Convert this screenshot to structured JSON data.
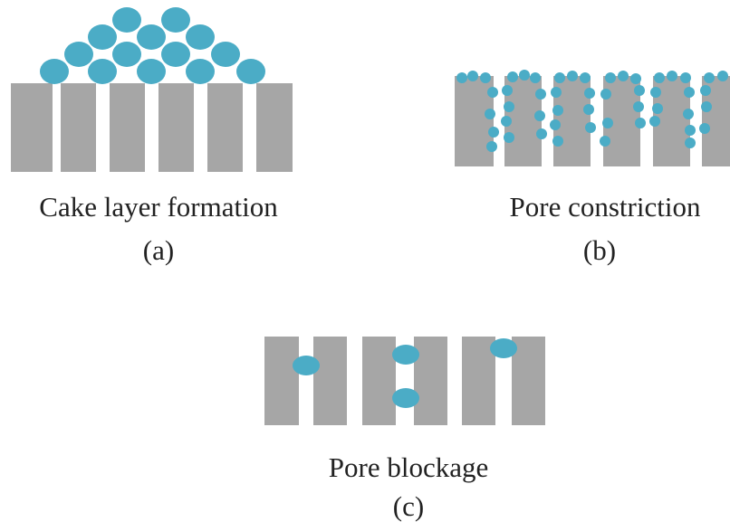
{
  "colors": {
    "membrane": "#a6a6a6",
    "particle": "#4bacc6",
    "text": "#222222"
  },
  "panels": [
    {
      "id": "a",
      "caption": "Cake layer formation",
      "label": "(a)"
    },
    {
      "id": "b",
      "caption": "Pore constriction",
      "label": "(b)"
    },
    {
      "id": "c",
      "caption": "Pore blockage",
      "label": "(c)"
    }
  ]
}
